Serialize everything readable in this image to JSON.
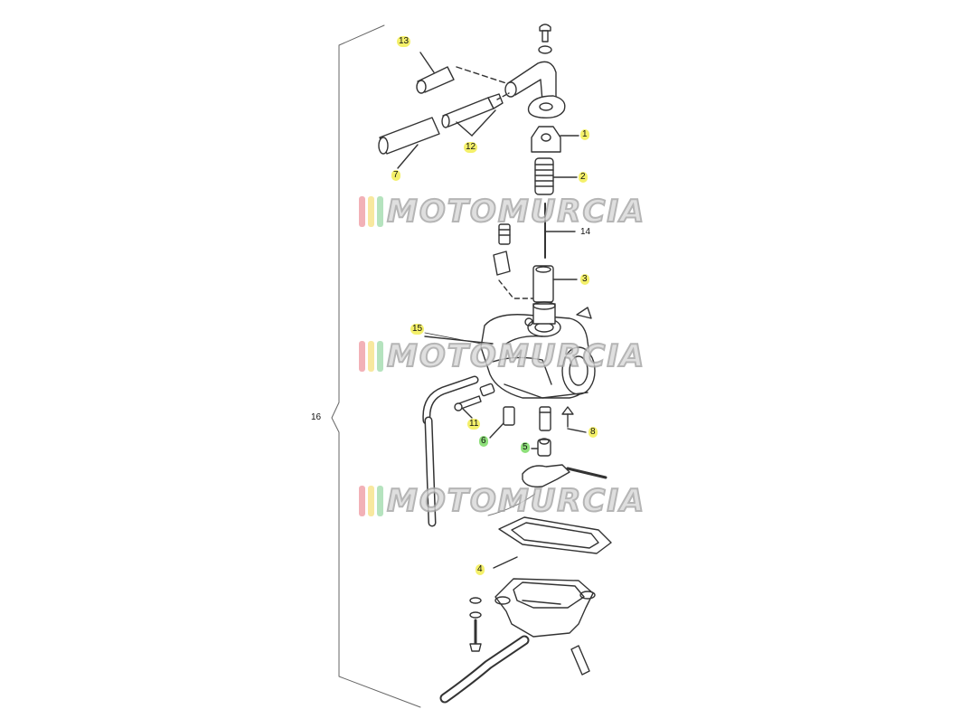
{
  "callouts": [
    {
      "id": "c13",
      "text": "13",
      "hl": "yellow"
    },
    {
      "id": "c1",
      "text": "1",
      "hl": "yellow"
    },
    {
      "id": "c2",
      "text": "2",
      "hl": "yellow"
    },
    {
      "id": "c12",
      "text": "12",
      "hl": "yellow"
    },
    {
      "id": "c7",
      "text": "7",
      "hl": "yellow"
    },
    {
      "id": "c14",
      "text": "14",
      "hl": "none"
    },
    {
      "id": "c3",
      "text": "3",
      "hl": "yellow"
    },
    {
      "id": "c15",
      "text": "15",
      "hl": "yellow"
    },
    {
      "id": "c16",
      "text": "16",
      "hl": "none"
    },
    {
      "id": "c11",
      "text": "11",
      "hl": "yellow"
    },
    {
      "id": "c6",
      "text": "6",
      "hl": "green"
    },
    {
      "id": "c5",
      "text": "5",
      "hl": "green"
    },
    {
      "id": "c8",
      "text": "8",
      "hl": "yellow"
    },
    {
      "id": "c4",
      "text": "4",
      "hl": "yellow"
    }
  ],
  "watermark": {
    "text": "MOTOMURCIA",
    "bar_colors": [
      "#f0a0a8",
      "#f7e38a",
      "#a6ddb0"
    ]
  },
  "colors": {
    "line": "#333333",
    "highlight_yellow": "#f4f06a",
    "highlight_green": "#8ee07a"
  }
}
